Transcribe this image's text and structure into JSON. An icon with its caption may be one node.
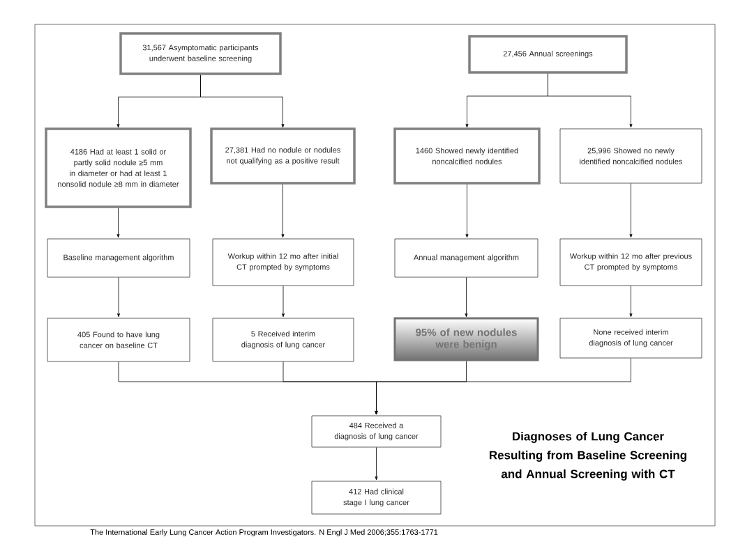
{
  "diagram": {
    "title": "Diagnoses of Lung Cancer Resulting from Baseline Screening and Annual Screening with CT",
    "caption": "The International Early Lung Cancer Action Program Investigators. N Engl J Med 2006;355:1763-1771",
    "nodes": [
      {
        "text": [
          "31,567 Asymptomatic participants underwent baseline screening"
        ]
      },
      {
        "text": [
          "27,456 Annual screenings"
        ]
      },
      {
        "text": [
          "4186 Had at least 1 solid or partly solid nodule ≥5 mm in diameter or had at least 1 nonsolid nodule ≥8 mm in diameter"
        ]
      },
      {
        "text": [
          "27,381 Had no nodule or nodules not qualifying as a positive result"
        ]
      },
      {
        "text": [
          "1460 Showed newly identified noncalcified nodules"
        ]
      },
      {
        "text": [
          "25,996 Showed no newly identified noncalcified nodules"
        ]
      },
      {
        "text": [
          "Baseline management algorithm"
        ]
      },
      {
        "text": [
          "Workup within 12 mo after initial CT prompted by symptoms"
        ]
      },
      {
        "text": [
          "Annual management algorithm"
        ]
      },
      {
        "text": [
          "Workup within 12 mo after previous CT prompted by symptoms"
        ]
      },
      {
        "text": [
          "405 Found to have lung cancer on baseline CT"
        ]
      },
      {
        "text": [
          "5 Received interim diagnosis of lung cancer"
        ]
      },
      {
        "text": [
          "95% of new nodules were benign"
        ]
      },
      {
        "text": [
          "None received interim diagnosis of lung cancer"
        ]
      },
      {
        "text": [
          "484 Received a diagnosis of lung cancer"
        ]
      },
      {
        "text": [
          "412 Had clinical stage I lung cancer"
        ]
      }
    ],
    "edges": [
      {
        "from": 0,
        "to": 2,
        "arrow": "to"
      },
      {
        "from": 0,
        "to": 3,
        "arrow": "to"
      },
      {
        "from": 1,
        "to": 4,
        "arrow": "to"
      },
      {
        "from": 1,
        "to": 5,
        "arrow": "to"
      },
      {
        "from": 2,
        "to": 6,
        "arrow": "to"
      },
      {
        "from": 3,
        "to": 7,
        "arrow": "to"
      },
      {
        "from": 4,
        "to": 8,
        "arrow": "to"
      },
      {
        "from": 5,
        "to": 9,
        "arrow": "to"
      },
      {
        "from": 6,
        "to": 10,
        "arrow": "to"
      },
      {
        "from": 7,
        "to": 11,
        "arrow": "to"
      },
      {
        "from": 8,
        "to": 12,
        "arrow": "to"
      },
      {
        "from": 9,
        "to": 13,
        "arrow": "to"
      },
      {
        "from": 10,
        "to": 14,
        "arrow": "to"
      },
      {
        "from": 11,
        "to": 14,
        "arrow": "to"
      },
      {
        "from": 12,
        "to": 14,
        "arrow": "to"
      },
      {
        "from": 13,
        "to": 14,
        "arrow": "to"
      },
      {
        "from": 14,
        "to": 15,
        "arrow": "to"
      }
    ]
  }
}
